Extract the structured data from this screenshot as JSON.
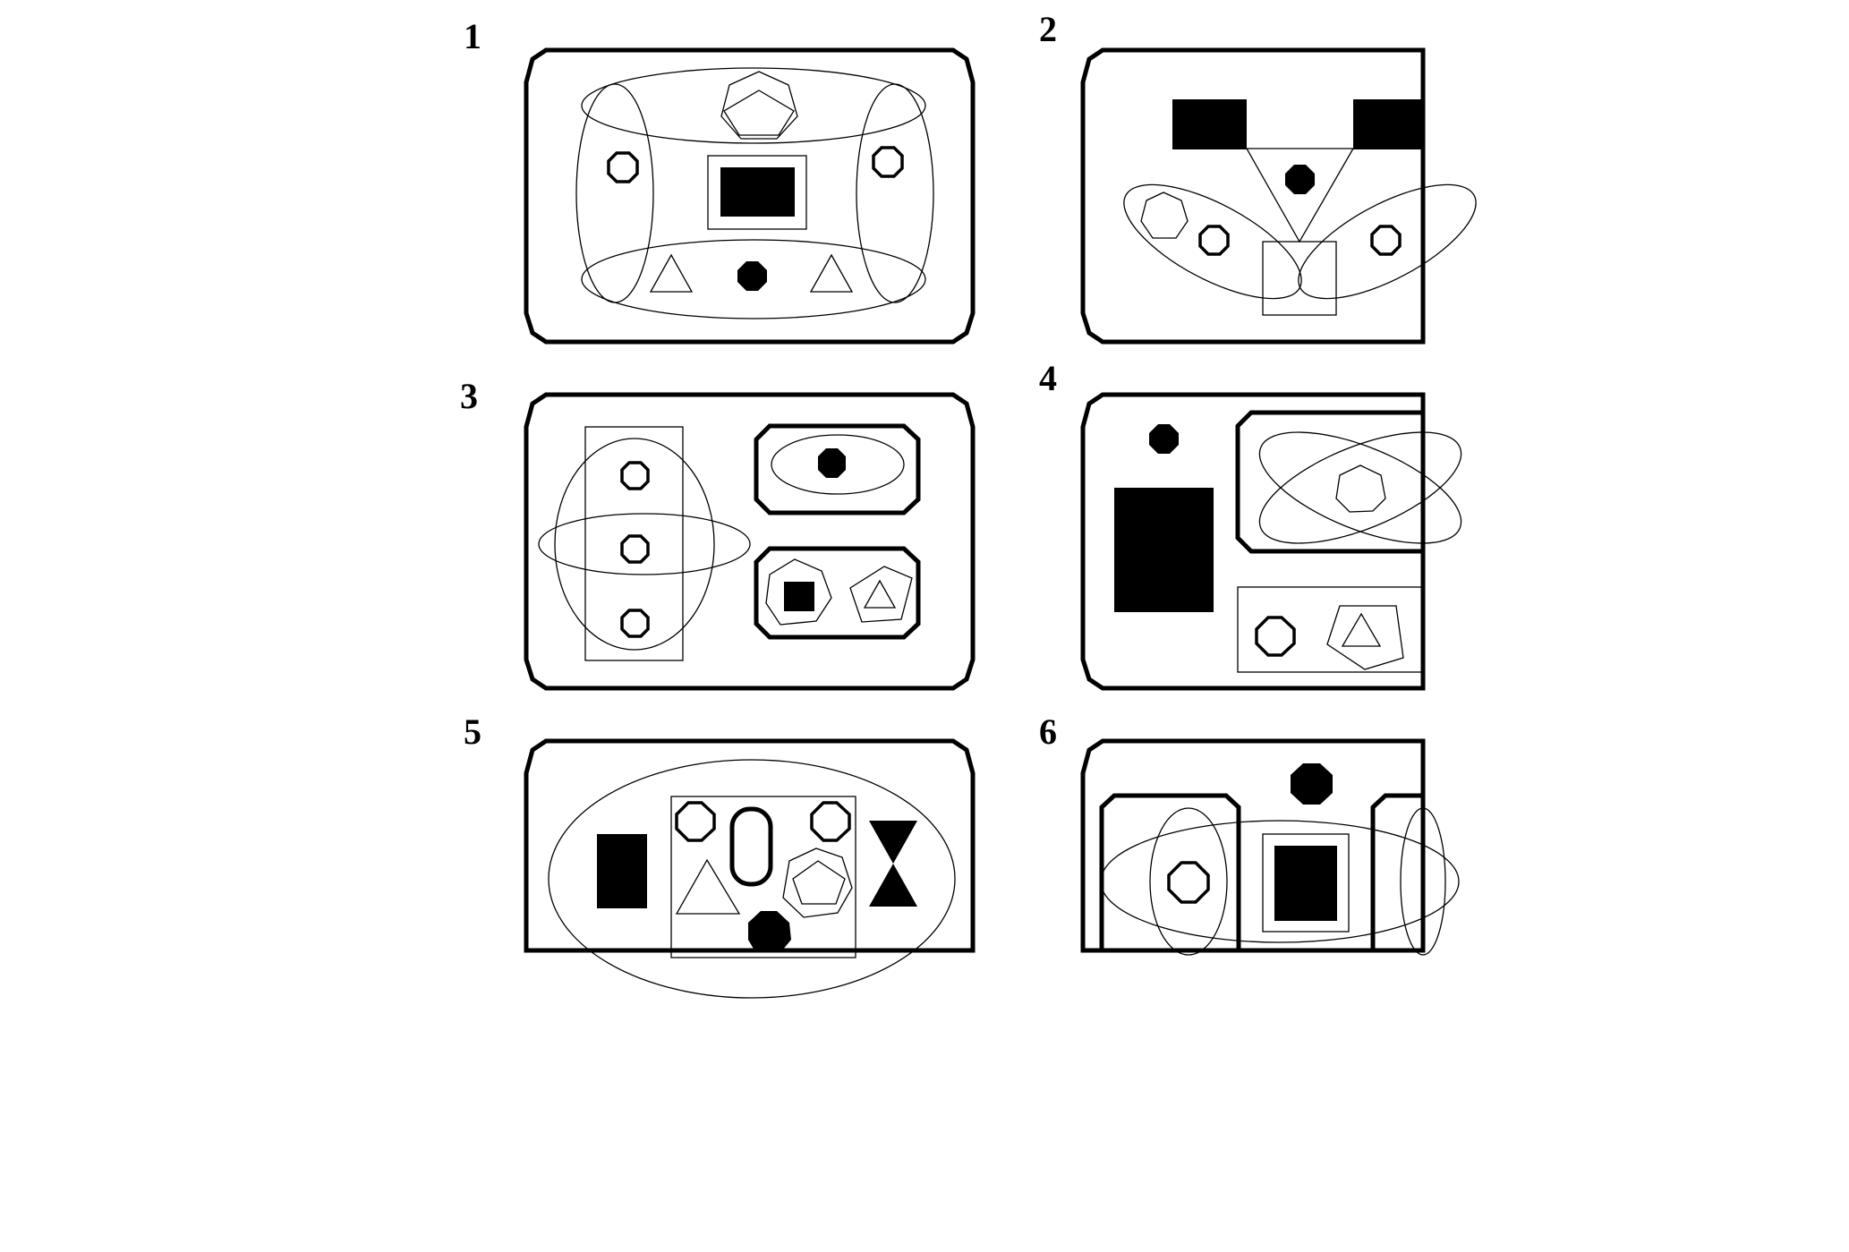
{
  "puzzle": {
    "panels": [
      {
        "label": "1"
      },
      {
        "label": "2"
      },
      {
        "label": "3"
      },
      {
        "label": "4"
      },
      {
        "label": "5"
      },
      {
        "label": "6"
      }
    ]
  }
}
